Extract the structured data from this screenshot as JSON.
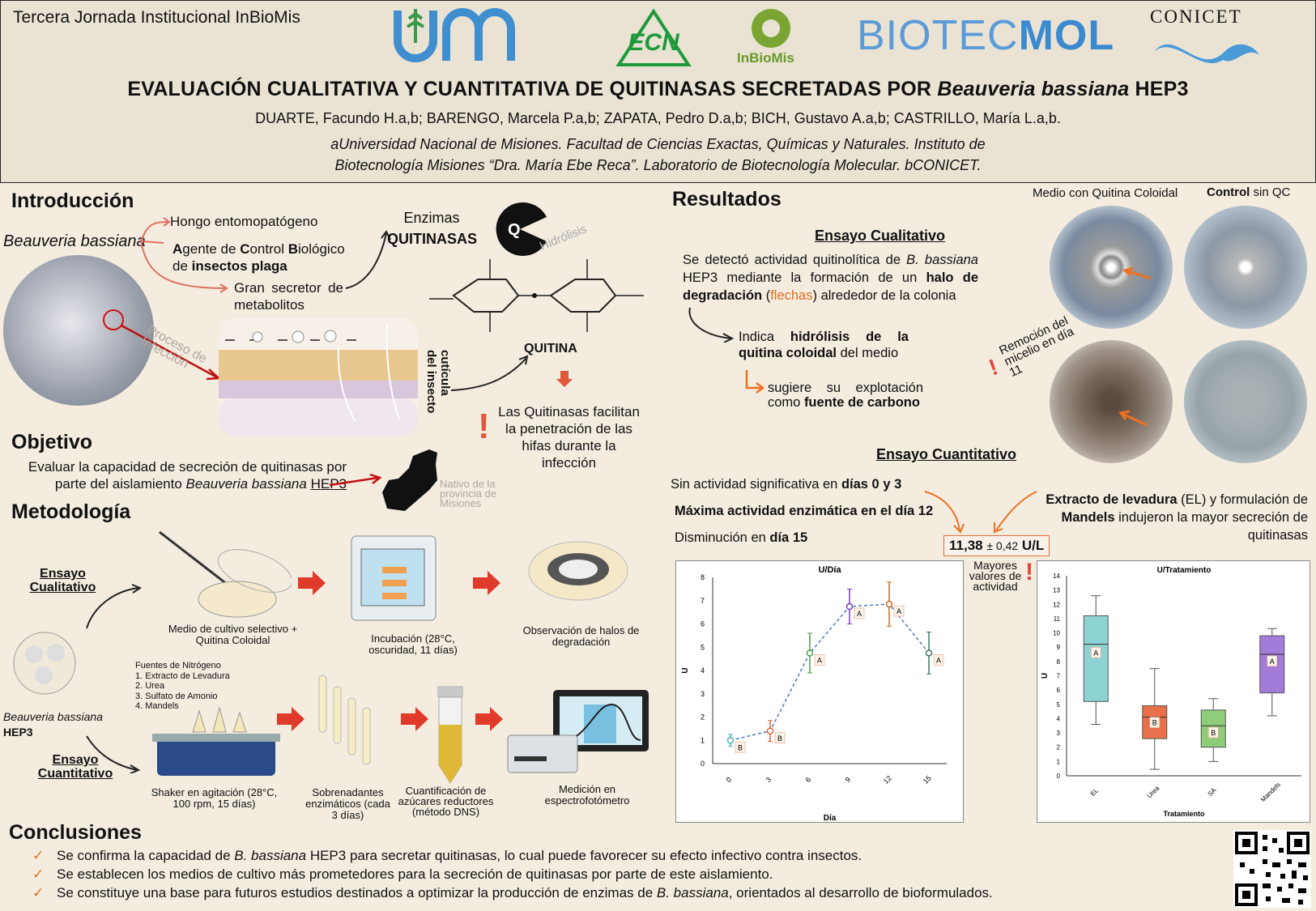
{
  "header": {
    "event": "Tercera Jornada Institucional InBioMis",
    "title_a": "EVALUACIÓN CUALITATIVA Y CUANTITATIVA DE QUITINASAS SECRETADAS POR ",
    "title_species": "Beauveria bassiana",
    "title_b": " HEP3",
    "authors": "DUARTE, Facundo H.a,b; BARENGO, Marcela P.a,b; ZAPATA, Pedro D.a,b; BICH, Gustavo A.a,b; CASTRILLO, María L.a,b.",
    "affil_1": "aUniversidad Nacional de Misiones. Facultad de Ciencias Exactas, Químicas y Naturales. Instituto de",
    "affil_2": "Biotecnología Misiones “Dra. María Ebe Reca”. Laboratorio de Biotecnología Molecular. bCONICET.",
    "logos": [
      "InBioMis",
      "BIOTEC",
      "MOL",
      "CONICET"
    ]
  },
  "intro": {
    "heading": "Introducción",
    "species": "Beauveria bassiana",
    "b1": "Hongo entomopatógeno",
    "b2_pre": "A",
    "b2": "gente de ",
    "b2_c": "C",
    "b2_b": "ontrol ",
    "b2_d": "B",
    "b2_e": "iológico",
    "b2_f": "de ",
    "b2_g": "insectos plaga",
    "b3": "Gran secretor de metabolitos",
    "enz1": "Enzimas",
    "enz2": "QUITINASAS",
    "hidro": "Hidrólisis",
    "quitina": "QUITINA",
    "proceso": "Proceso de Infección",
    "cuticula": "cutícula del insecto",
    "facilitan": "Las Quitinasas facilitan la penetración de las hifas durante la infección"
  },
  "objetivo": {
    "heading": "Objetivo",
    "text_a": "Evaluar la capacidad de secreción de quitinasas por parte del aislamiento ",
    "text_sp": "Beauveria bassiana",
    "text_b": "HEP3",
    "nativo": "Nativo de la provincia de Misiones"
  },
  "metodologia": {
    "heading": "Metodología",
    "cual": "Ensayo Cualitativo",
    "cuant": "Ensayo Cuantitativo",
    "species": "Beauveria bassiana",
    "strain": "HEP3",
    "step1": "Medio de cultivo selectivo + Quitina Coloidal",
    "step2": "Incubación (28°C, oscuridad, 11 días)",
    "step3": "Observación de halos de degradación",
    "fuentes": [
      "Fuentes de Nitrógeno",
      "1. Extracto de Levadura",
      "2. Urea",
      "3. Sulfato de Amonio",
      "4. Mandels"
    ],
    "stepB1": "Shaker en agitación (28°C, 100 rpm, 15 días)",
    "stepB2": "Sobrenadantes enzimáticos (cada 3 días)",
    "stepB3": "Cuantificación de azúcares reductores (método DNS)",
    "stepB4": "Medición en espectrofotómetro"
  },
  "resultados": {
    "heading": "Resultados",
    "medio": "Medio con Quitina Coloidal",
    "control_b": "Control",
    "control": " sin QC",
    "cual_h": "Ensayo Cualitativo",
    "cual_t1": "Se detectó actividad quitinolítica de ",
    "cual_sp": "B. bassiana",
    "cual_t2": " HEP3 mediante la formación de un ",
    "cual_b": "halo de degradación",
    "cual_t3": " (",
    "flechas": "flechas",
    "cual_t4": ") alrededor de la colonia",
    "indica": "Indica ",
    "indica_b": "hidrólisis de la quitina coloidal",
    "indica_c": " del medio",
    "sugiere": "sugiere su explotación como ",
    "sugiere_b": "fuente de carbono",
    "remocion": "Remoción del micelio en día 11",
    "cuant_h": "Ensayo Cuantitativo",
    "sin": "Sin actividad significativa en ",
    "sin_b": "días 0 y 3",
    "max": "Máxima actividad enzimática en el día 12",
    "dism": "Disminución en ",
    "dism_b": "día 15",
    "extracto_b": "Extracto de levadura",
    "extracto": " (EL) y formulación de ",
    "mandels": "Mandels",
    "extracto2": " indujeron la mayor secreción de quitinasas",
    "valor": "11,38",
    "pm": "± 0,42",
    "unit": "U/L",
    "mayores": "Mayores valores de actividad"
  },
  "chart_data": [
    {
      "type": "line",
      "title": "U/Día",
      "xlabel": "Día",
      "ylabel": "U",
      "x": [
        0,
        3,
        6,
        9,
        12,
        15
      ],
      "y": [
        1.0,
        1.4,
        4.75,
        6.75,
        6.85,
        4.75
      ],
      "err": [
        0.25,
        0.45,
        0.85,
        0.75,
        0.95,
        0.9
      ],
      "letters": [
        "B",
        "B",
        "A",
        "A",
        "A",
        "A"
      ],
      "colors": [
        "#4bb3b3",
        "#e06040",
        "#4aa040",
        "#7a3fbf",
        "#d06a20",
        "#3a7a60"
      ],
      "ylim": [
        0,
        8
      ],
      "yticks": [
        0,
        1,
        2,
        3,
        4,
        5,
        6,
        7,
        8
      ]
    },
    {
      "type": "box",
      "title": "U/Tratamiento",
      "xlabel": "Tratamiento",
      "ylabel": "U",
      "categories": [
        "EL",
        "Urea",
        "SA",
        "Mandels"
      ],
      "boxes": [
        {
          "min": 3.6,
          "q1": 5.2,
          "median": 9.2,
          "q3": 11.2,
          "max": 12.6,
          "mean": 8.6
        },
        {
          "min": 0.45,
          "q1": 2.6,
          "median": 4.1,
          "q3": 4.9,
          "max": 7.5,
          "mean": 3.7
        },
        {
          "min": 1.0,
          "q1": 2.0,
          "median": 3.5,
          "q3": 4.6,
          "max": 5.4,
          "mean": 3.0
        },
        {
          "min": 4.2,
          "q1": 5.8,
          "median": 8.5,
          "q3": 9.8,
          "max": 10.3,
          "mean": 8.0
        }
      ],
      "letters": [
        "A",
        "B",
        "B",
        "A"
      ],
      "colors": [
        "#8ed3d3",
        "#e8704a",
        "#8fcc7a",
        "#a37bd8"
      ],
      "ylim": [
        0,
        14
      ],
      "yticks": [
        0,
        1,
        2,
        3,
        4,
        5,
        6,
        7,
        8,
        9,
        10,
        11,
        12,
        13,
        14
      ]
    }
  ],
  "conclusiones": {
    "heading": "Conclusiones",
    "c1_a": "Se confirma la capacidad de ",
    "c1_sp": "B. bassiana",
    "c1_b": " HEP3 para secretar quitinasas, lo cual puede favorecer su efecto infectivo contra insectos.",
    "c2": "Se establecen los medios de cultivo más prometedores para la secreción de quitinasas por parte de este aislamiento.",
    "c3_a": "Se constituye una base para futuros estudios destinados a optimizar la producción de enzimas de ",
    "c3_sp": "B. bassiana",
    "c3_b": ", orientados al desarrollo de bioformulados."
  }
}
